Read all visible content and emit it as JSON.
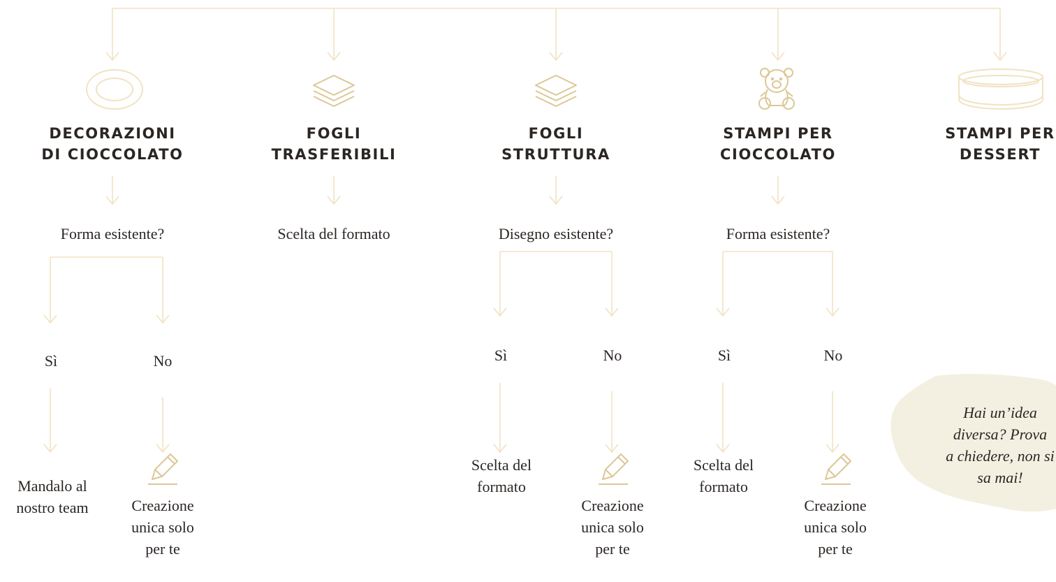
{
  "colors": {
    "line": "#f1e2c3",
    "icon_light": "#f1e2c3",
    "icon_dark": "#dcc796",
    "text": "#2b2623",
    "blob": "#f3f0e2"
  },
  "categories": [
    {
      "title": "DECORAZIONI\nDI CIOCCOLATO",
      "icon": "ellipse-plate-icon",
      "question": "Forma esistente?",
      "yes_label": "Sì",
      "no_label": "No",
      "yes_result": "Mandalo al\nnostro team",
      "no_result": "Creazione\nunica solo\nper te"
    },
    {
      "title": "FOGLI\nTRASFERIBILI",
      "icon": "stacked-sheets-icon",
      "result": "Scelta del formato"
    },
    {
      "title": "FOGLI\nSTRUTTURA",
      "icon": "stacked-sheets-icon",
      "question": "Disegno esistente?",
      "yes_label": "Sì",
      "no_label": "No",
      "yes_result": "Scelta del\nformato",
      "no_result": "Creazione\nunica solo\nper te"
    },
    {
      "title": "STAMPI PER\nCIOCCOLATO",
      "icon": "teddy-bear-icon",
      "question": "Forma esistente?",
      "yes_label": "Sì",
      "no_label": "No",
      "yes_result": "Scelta del\nformato",
      "no_result": "Creazione\nunica solo\nper te"
    },
    {
      "title": "STAMPI PER\nDESSERT",
      "icon": "dessert-ring-icon"
    }
  ],
  "note": "Hai un’idea\ndiversa? Prova\na chiedere, non si\nsa mai!"
}
